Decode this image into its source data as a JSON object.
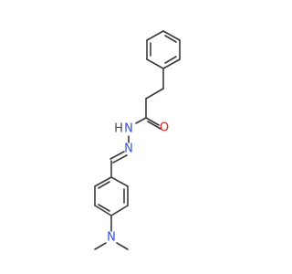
{
  "molecule": {
    "atoms": {
      "carbonyl_oxygen": "O",
      "amide_nitrogen": "N",
      "amide_hydrogen": "H",
      "imine_nitrogen": "N",
      "amine_nitrogen": "N"
    },
    "colors": {
      "bond": "#3a3a3a",
      "oxygen": "#e02020",
      "nitrogen": "#3050e0",
      "hydrogen": "#4a4a4a"
    }
  }
}
